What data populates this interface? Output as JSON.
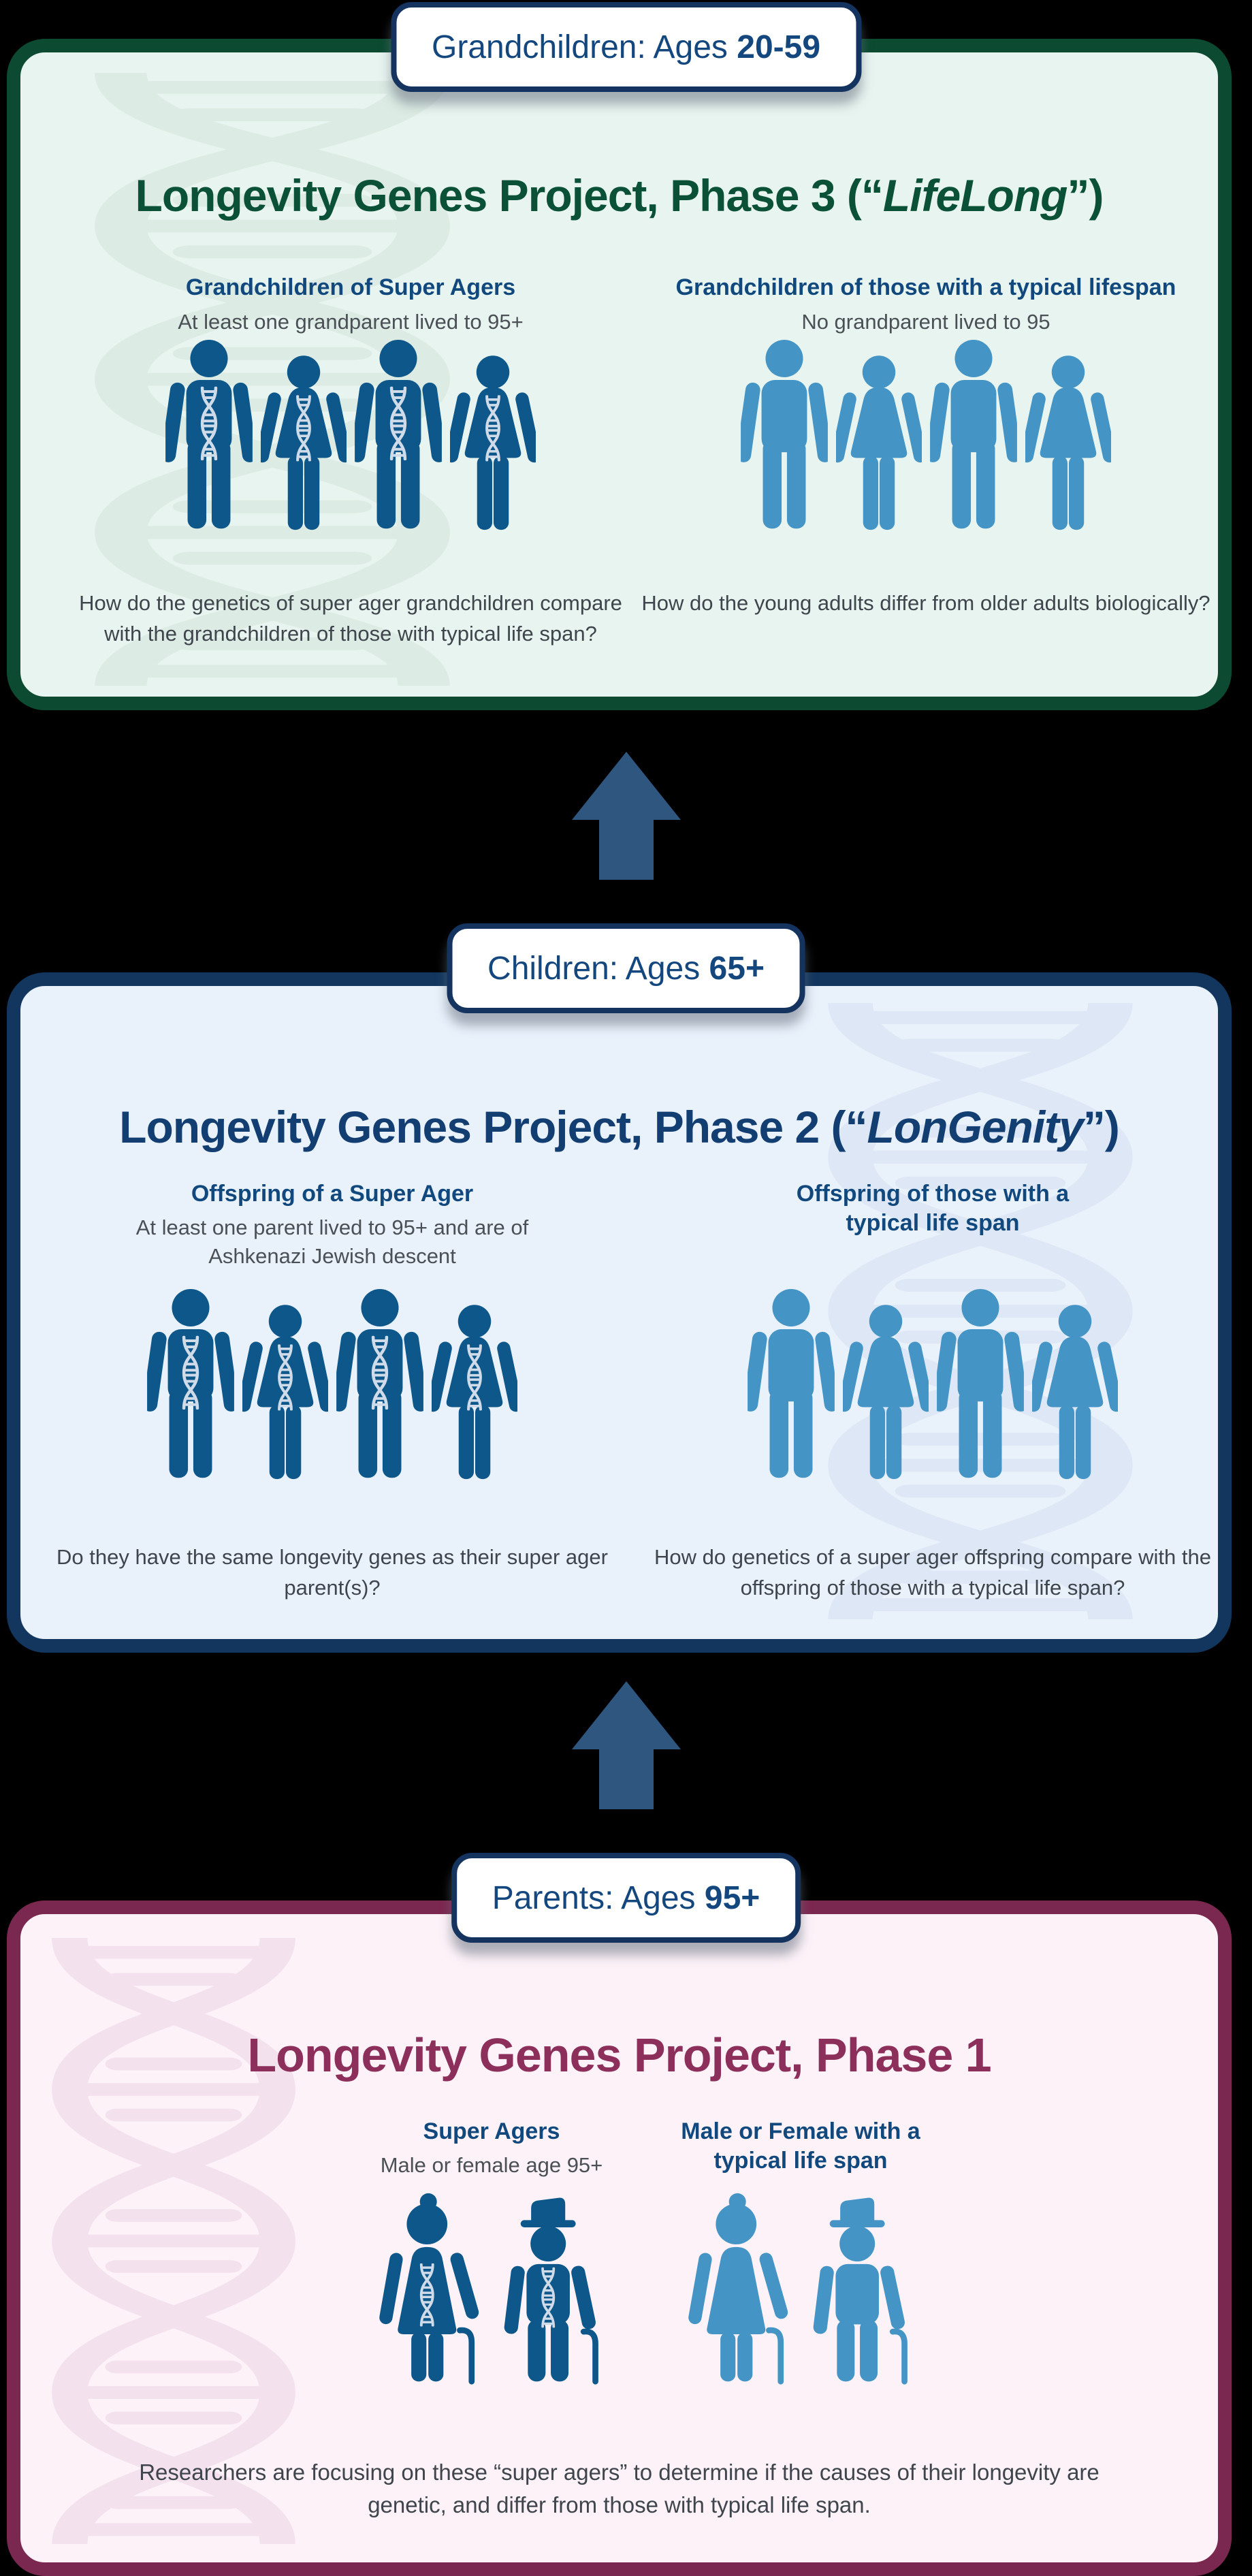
{
  "badges": [
    {
      "prefix": "Grandchildren: Ages ",
      "bold": "20-59"
    },
    {
      "prefix": "Children: Ages ",
      "bold": "65+"
    },
    {
      "prefix": "Parents: Ages ",
      "bold": "95+"
    }
  ],
  "panels": [
    {
      "phase": "Phase 3",
      "title": {
        "pre": "Longevity Genes Project, Phase 3 (“",
        "brand": "LifeLong",
        "post": "”)"
      },
      "columns": [
        {
          "header": "Grandchildren of Super Agers",
          "sub": "At least one grandparent lived to 95+",
          "question": "How do the genetics of super ager grandchildren compare with the grandchildren of those with typical life span?"
        },
        {
          "header": "Grandchildren of those with a typical lifespan",
          "sub": "No grandparent lived to 95",
          "question": "How do the young adults differ from older adults biologically?"
        }
      ]
    },
    {
      "phase": "Phase 2",
      "title": {
        "pre": "Longevity Genes Project, Phase 2 (“",
        "brand": "LonGenity",
        "post": "”)"
      },
      "columns": [
        {
          "header": "Offspring of a Super Ager",
          "sub": "At least one parent lived to 95+ and are of Ashkenazi Jewish descent",
          "question": "Do they have the same longevity genes as their super ager parent(s)?"
        },
        {
          "header": "Offspring of those with a typical life span",
          "sub": "",
          "question": "How do genetics of a super ager offspring compare with the offspring of those with a typical life span?"
        }
      ]
    },
    {
      "phase": "Phase 1",
      "title": {
        "pre": "Longevity Genes Project, Phase 1",
        "brand": "",
        "post": ""
      },
      "columns": [
        {
          "header": "Super Agers",
          "sub": "Male or female age 95+",
          "question": ""
        },
        {
          "header": "Male or Female with a typical life span",
          "sub": "",
          "question": ""
        }
      ],
      "footer": "Researchers are focusing on these “super agers” to determine if the causes of their longevity are genetic, and differ from those with typical life span."
    }
  ],
  "colors": {
    "panel1_border": "#0c4a31",
    "panel1_bg": "#e8f4ef",
    "panel1_title": "#0b5137",
    "panel2_border": "#12365e",
    "panel2_bg": "#e9f1fb",
    "panel2_title": "#123e72",
    "panel3_border": "#7b2850",
    "panel3_bg": "#fdf2f8",
    "panel3_title": "#8c2f5a",
    "figure_dark": "#0e578a",
    "figure_light": "#4495c5",
    "arrow": "#2e567e",
    "badge_border": "#14335f",
    "badge_text": "#14477e",
    "header_navy": "#11497e",
    "body_gray": "#3f454c",
    "background": "#000000"
  }
}
